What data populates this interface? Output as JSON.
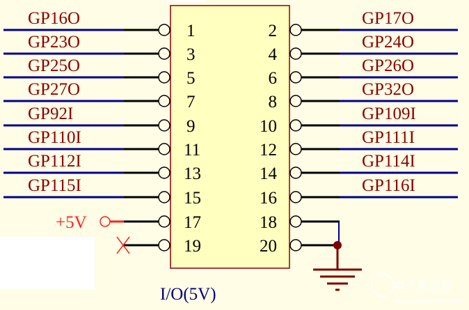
{
  "title": "I/O(5V)",
  "power_label": "+5V",
  "watermark": {
    "cn": "电子发烧友",
    "url": "www.elecfans.com"
  },
  "left_pins": [
    {
      "pin": "1",
      "signal": "GP16O"
    },
    {
      "pin": "3",
      "signal": "GP23O"
    },
    {
      "pin": "5",
      "signal": "GP25O"
    },
    {
      "pin": "7",
      "signal": "GP27O"
    },
    {
      "pin": "9",
      "signal": "GP92I"
    },
    {
      "pin": "11",
      "signal": "GP110I"
    },
    {
      "pin": "13",
      "signal": "GP112I"
    },
    {
      "pin": "15",
      "signal": "GP115I"
    },
    {
      "pin": "17",
      "signal": ""
    },
    {
      "pin": "19",
      "signal": ""
    }
  ],
  "right_pins": [
    {
      "pin": "2",
      "signal": "GP17O"
    },
    {
      "pin": "4",
      "signal": "GP24O"
    },
    {
      "pin": "6",
      "signal": "GP26O"
    },
    {
      "pin": "8",
      "signal": "GP32O"
    },
    {
      "pin": "10",
      "signal": "GP109I"
    },
    {
      "pin": "12",
      "signal": "GP111I"
    },
    {
      "pin": "14",
      "signal": "GP114I"
    },
    {
      "pin": "16",
      "signal": "GP116I"
    },
    {
      "pin": "18",
      "signal": ""
    },
    {
      "pin": "20",
      "signal": ""
    }
  ],
  "colors": {
    "wire": "#00008b",
    "stub": "#000000",
    "ground": "#800000",
    "power": "#ff2020",
    "box_fill": "#ffffc0",
    "box_border": "#8b0000"
  }
}
